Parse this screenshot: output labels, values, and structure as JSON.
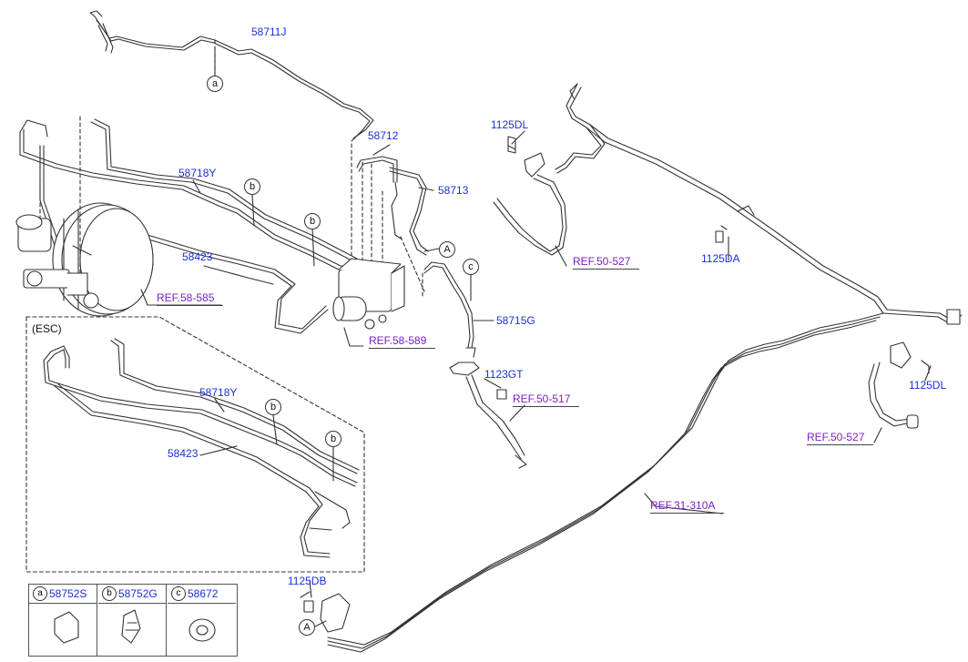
{
  "labels": {
    "p58711J": "58711J",
    "p58712": "58712",
    "p58713": "58713",
    "p58718Y_top": "58718Y",
    "p58423_top": "58423",
    "p58715G": "58715G",
    "p1125DL_top": "1125DL",
    "p1125DA": "1125DA",
    "p1125DL_right": "1125DL",
    "p1123GT": "1123GT",
    "p58718Y_esc": "58718Y",
    "p58423_esc": "58423",
    "p1125DB": "1125DB"
  },
  "refs": {
    "r58_585": "REF.58-585",
    "r58_589": "REF.58-589",
    "r50_527_top": "REF.50-527",
    "r50_517": "REF.50-517",
    "r50_527_right": "REF.50-527",
    "r31_310A": "REF.31-310A"
  },
  "callouts": {
    "a": "a",
    "b1": "b",
    "b2": "b",
    "c": "c",
    "A1": "A",
    "b3": "b",
    "b4": "b",
    "A2": "A"
  },
  "esc": {
    "title": "(ESC)"
  },
  "legend": [
    {
      "letter": "a",
      "code": "58752S"
    },
    {
      "letter": "b",
      "code": "58752G"
    },
    {
      "letter": "c",
      "code": "58672"
    }
  ]
}
